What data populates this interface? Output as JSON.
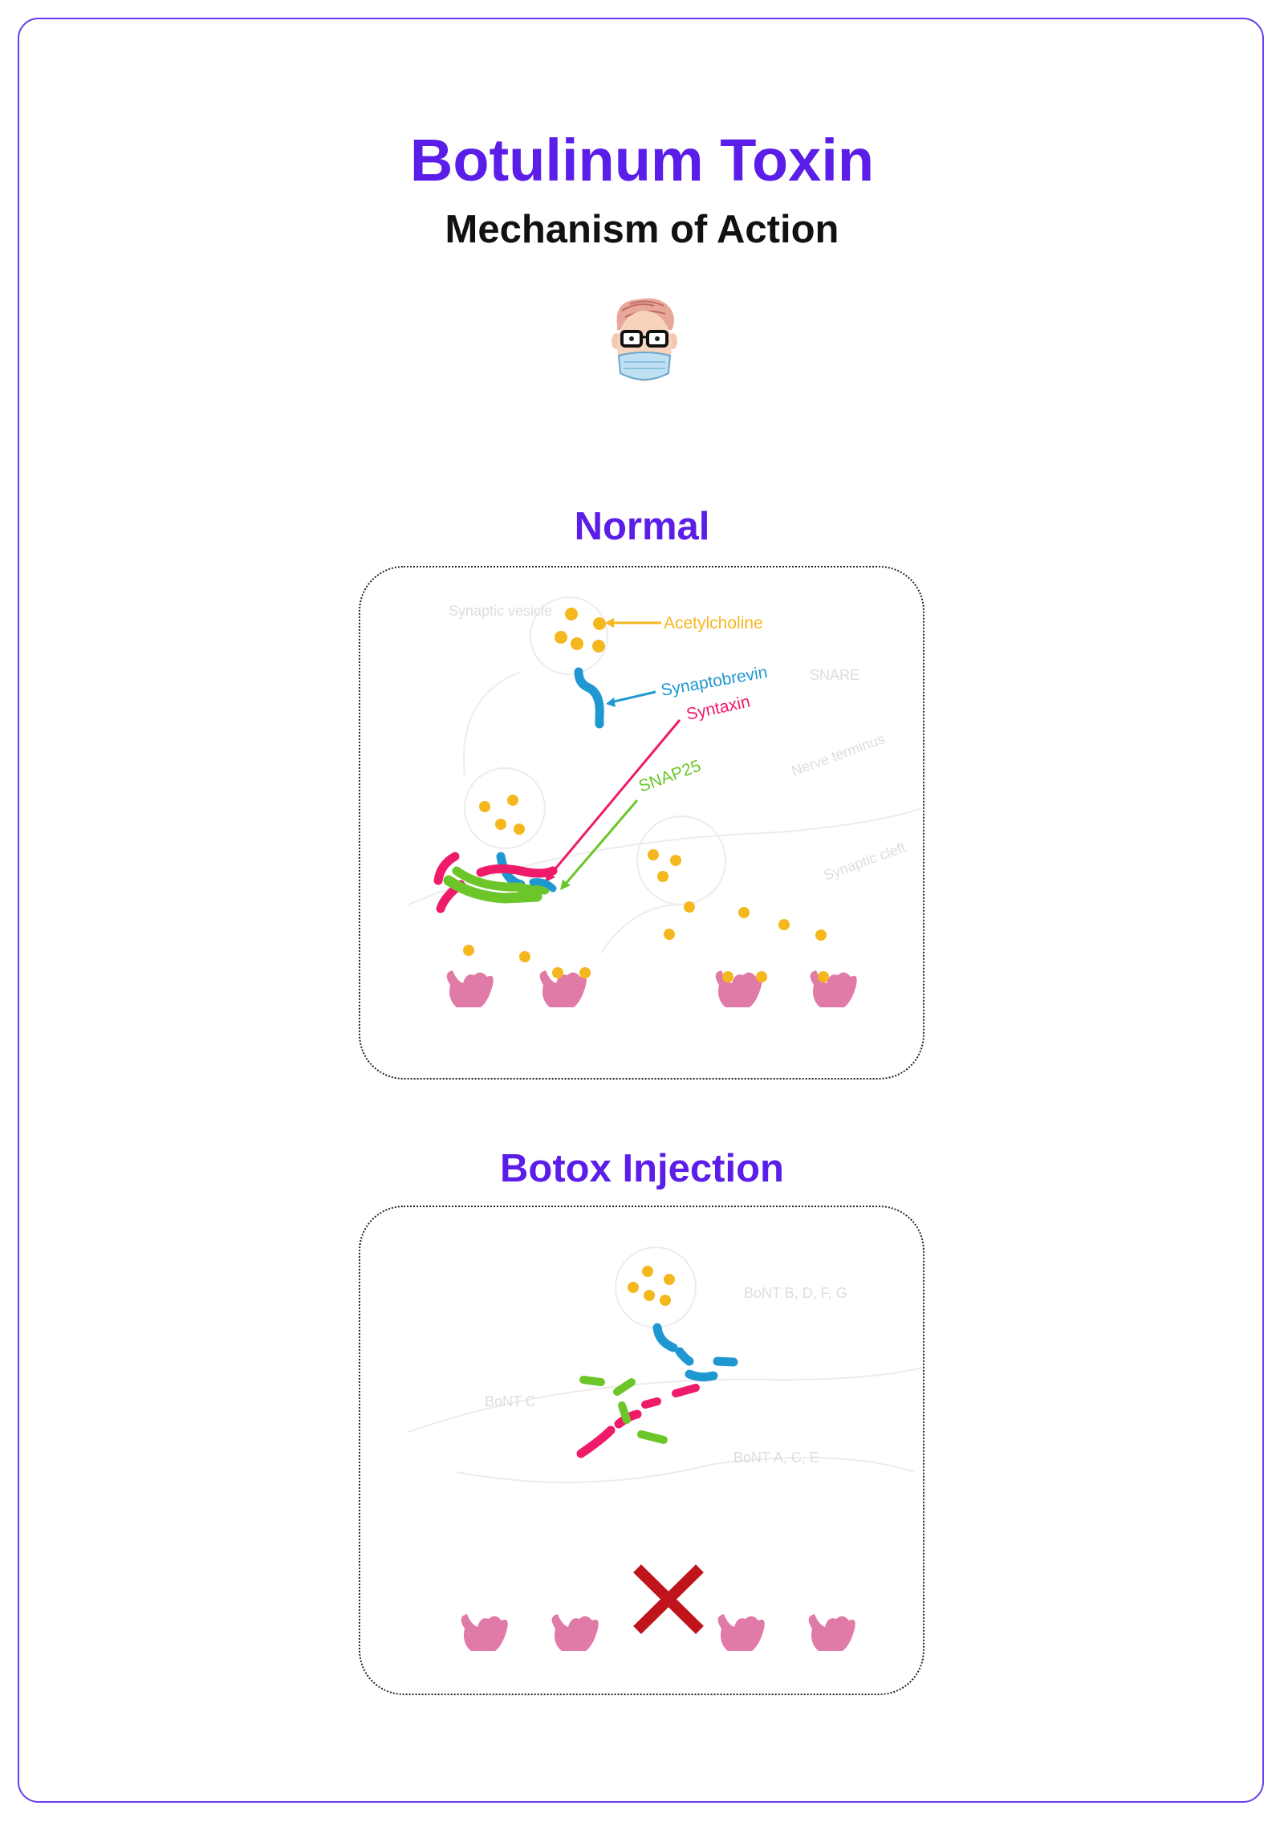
{
  "title": "Botulinum Toxin",
  "subtitle": "Mechanism of Action",
  "sections": {
    "normal": {
      "title": "Normal",
      "labels": {
        "acetylcholine": "Acetylcholine",
        "synaptobrevin": "Synaptobrevin",
        "syntaxin": "Syntaxin",
        "snap25": "SNAP25",
        "synaptic_vesicle": "Synaptic vesicle",
        "snare": "SNARE",
        "nerve_terminal": "Nerve terminus",
        "synaptic_cleft": "Synaptic cleft"
      }
    },
    "botox": {
      "title": "Botox Injection",
      "labels": {
        "bont_b": "BoNT B, D, F, G",
        "bont_c": "BoNT C",
        "bont_a": "BoNT A, C, E"
      }
    }
  },
  "colors": {
    "accent": "#5b1ee8",
    "acetylcholine": "#f5b71e",
    "synaptobrevin": "#1f98d2",
    "syntaxin": "#ee1b6a",
    "snap25": "#6cc62a",
    "receptor": "#e07aa6",
    "block_x": "#c0141c"
  },
  "icons": {
    "avatar": "doctor-with-mask-avatar",
    "block": "red-x-mark"
  }
}
